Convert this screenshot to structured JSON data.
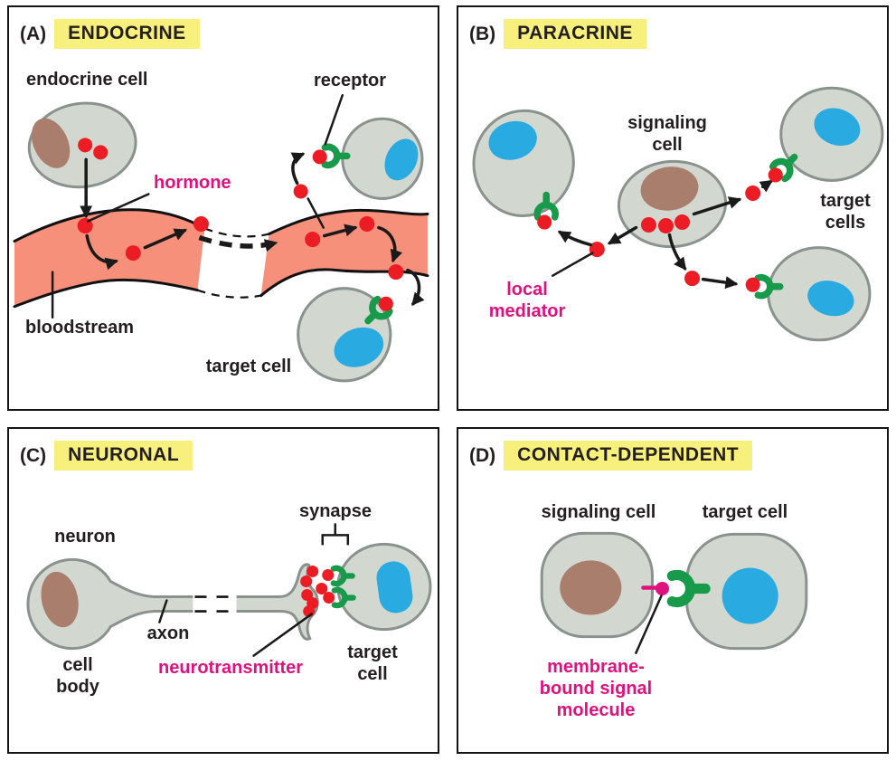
{
  "figure": {
    "description": "Four forms of intercellular signaling"
  },
  "colors": {
    "yellow": "#F8F07D",
    "cell_fill": "#D2D8D0",
    "cell_stroke": "#8A928E",
    "nucleus_brown": "#AA7E6D",
    "nucleus_blue": "#29ABE2",
    "signal_red": "#EC1C24",
    "receptor_green": "#179A4A",
    "label_magenta": "#E2107E",
    "bloodstream_salmon": "#F6907B",
    "text_black": "#231F20"
  },
  "panels": {
    "a": {
      "letter": "(A)",
      "title": "ENDOCRINE",
      "labels": {
        "endocrine_cell": "endocrine cell",
        "receptor": "receptor",
        "hormone": "hormone",
        "bloodstream": "bloodstream",
        "target_cell": "target cell"
      }
    },
    "b": {
      "letter": "(B)",
      "title": "PARACRINE",
      "labels": {
        "signaling_cell": "signaling\ncell",
        "target_cells": "target\ncells",
        "local_mediator": "local\nmediator"
      }
    },
    "c": {
      "letter": "(C)",
      "title": "NEURONAL",
      "labels": {
        "neuron": "neuron",
        "synapse": "synapse",
        "axon": "axon",
        "cell_body": "cell\nbody",
        "neurotransmitter": "neurotransmitter",
        "target_cell": "target cell"
      }
    },
    "d": {
      "letter": "(D)",
      "title": "CONTACT-DEPENDENT",
      "labels": {
        "signaling_cell": "signaling cell",
        "target_cell": "target cell",
        "membrane_bound_signal_molecule": "membrane-\nbound signal\nmolecule"
      }
    }
  }
}
